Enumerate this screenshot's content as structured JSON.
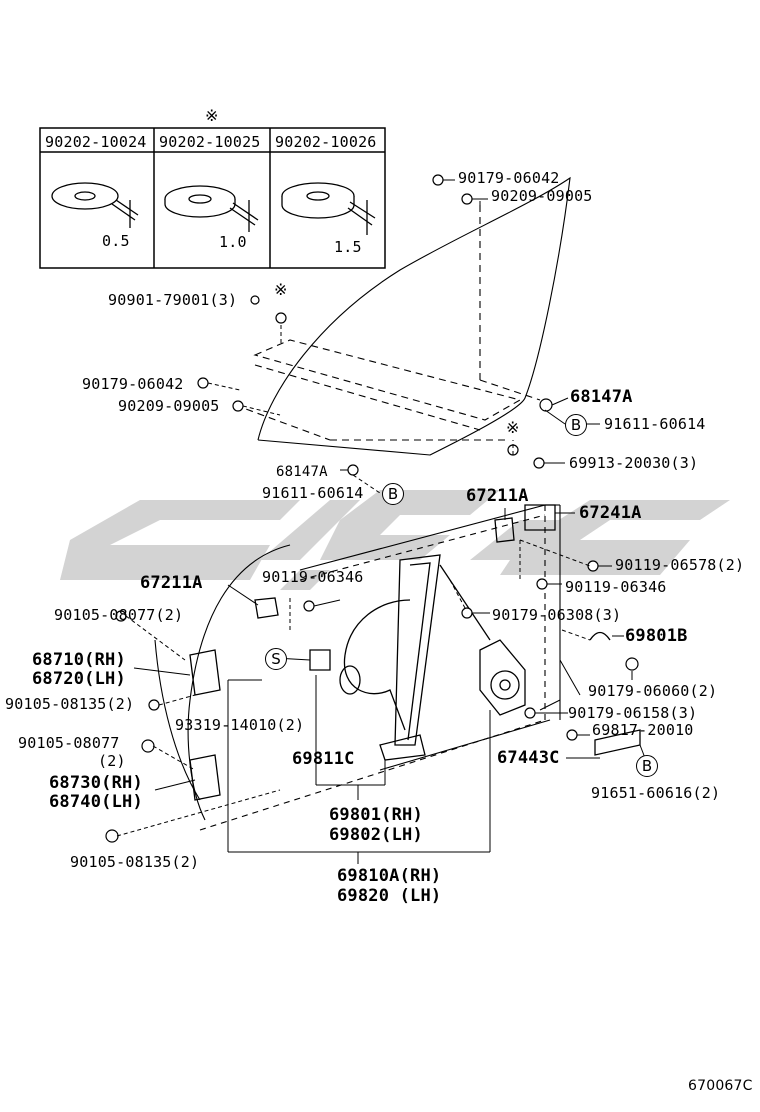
{
  "washer_table": {
    "mark": "※",
    "columns": [
      {
        "part": "90202-10024",
        "thickness": "0.5"
      },
      {
        "part": "90202-10025",
        "thickness": "1.0"
      },
      {
        "part": "90202-10026",
        "thickness": "1.5"
      }
    ]
  },
  "labels": {
    "p90179_06042_top": "90179-06042",
    "p90209_09005_top": "90209-09005",
    "p90901_79001": "90901-79001(3)",
    "p90179_06042_left": "90179-06042",
    "p90209_09005_left": "90209-09005",
    "p68147A_right": "68147A",
    "p91611_60614_right": "91611-60614",
    "p68147A_left": "68147A",
    "p91611_60614_left": "91611-60614",
    "p69913_20030": "69913-20030(3)",
    "p67211A_top": "67211A",
    "p67241A": "67241A",
    "p90119_06578": "90119-06578(2)",
    "p67211A_left": "67211A",
    "p90119_06346_left": "90119-06346",
    "p90119_06346_right": "90119-06346",
    "p90105_08077_top": "90105-08077(2)",
    "p90179_06308": "90179-06308(3)",
    "p69801B": "69801B",
    "p68710": "68710(RH)",
    "p68720": "68720(LH)",
    "p90179_06060": "90179-06060(2)",
    "p90105_08135_top": "90105-08135(2)",
    "p90179_06158": "90179-06158(3)",
    "p93319_14010": "93319-14010(2)",
    "p69817_20010": "69817-20010",
    "p90105_08077_bot": "90105-08077",
    "p90105_08077_bot_qty": "(2)",
    "p69811C": "69811C",
    "p67443C": "67443C",
    "p68730": "68730(RH)",
    "p68740": "68740(LH)",
    "p91651_60616": "91651-60616(2)",
    "p69801": "69801(RH)",
    "p69802": "69802(LH)",
    "p90105_08135_bot": "90105-08135(2)",
    "p69810A": "69810A(RH)",
    "p69820": "69820  (LH)"
  },
  "markers": {
    "ref_b": "B",
    "ref_s": "S",
    "asterisk": "※"
  },
  "figure_code": "670067C",
  "colors": {
    "line": "#000000",
    "watermark": "#d2d2d2",
    "background": "#ffffff"
  }
}
